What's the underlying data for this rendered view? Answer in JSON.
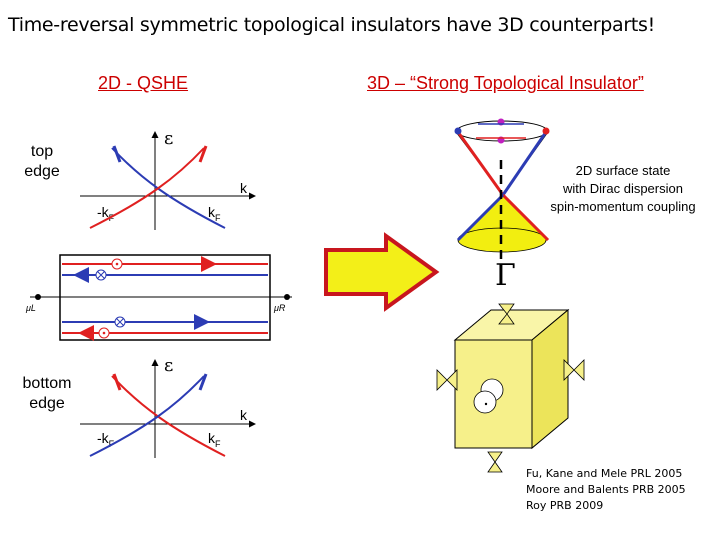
{
  "title": "Time-reversal symmetric topological insulators have 3D counterparts!",
  "left_header": "2D - QSHE",
  "right_header": "3D – “Strong Topological Insulator”",
  "top_label": [
    "top",
    "edge"
  ],
  "bottom_label": [
    "bottom",
    "edge"
  ],
  "axis": {
    "energy": "ε",
    "momentum": "k",
    "neg_kf": "-k",
    "pos_kf": "k",
    "sub": "F"
  },
  "mu_left": "μL",
  "mu_right": "μR",
  "surface_note": [
    "2D surface state",
    "with Dirac dispersion",
    "spin-momentum coupling"
  ],
  "gamma": "Γ",
  "references": [
    "Fu, Kane and Mele PRL 2005",
    "Moore and Balents PRB 2005",
    "Roy PRB 2009"
  ],
  "colors": {
    "red": "#e02020",
    "blue": "#2c3cb4",
    "cone": "#f2ee10",
    "cube": "#f6f08a",
    "arrow_fill": "#f3ef18",
    "arrow_edge": "#c8161e"
  }
}
